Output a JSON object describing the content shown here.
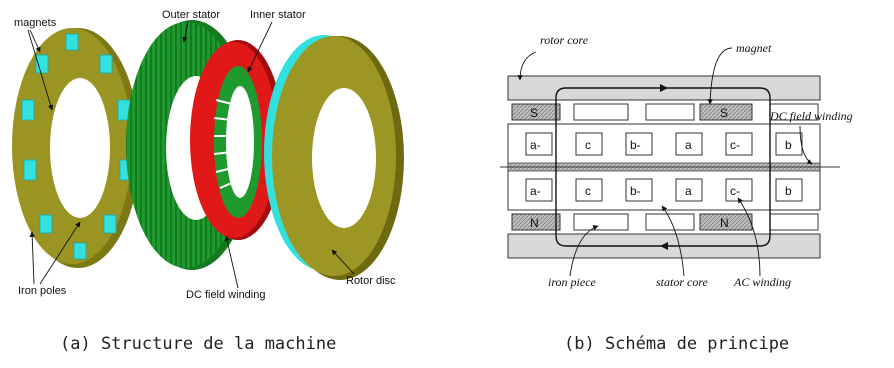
{
  "figure_a": {
    "labels": {
      "magnets": "magnets",
      "outer_stator": "Outer stator",
      "inner_stator": "Inner stator",
      "iron_poles": "Iron poles",
      "dc_field_winding": "DC field winding",
      "rotor_disc": "Rotor disc"
    },
    "caption": "(a) Structure de la machine"
  },
  "figure_b": {
    "labels": {
      "rotor_core": "rotor core",
      "magnet": "magnet",
      "dc_field_winding": "DC field winding",
      "iron_piece": "iron piece",
      "stator_core": "stator core",
      "ac_winding": "AC winding"
    },
    "magnet_poles": {
      "top": [
        "S",
        "S"
      ],
      "bottom": [
        "N",
        "N"
      ]
    },
    "slots_top": [
      "a-",
      "c",
      "b-",
      "a",
      "c-",
      "b"
    ],
    "slots_bottom": [
      "a-",
      "c",
      "b-",
      "a",
      "c-",
      "b"
    ],
    "caption": "(b) Schéma de principe"
  },
  "colors": {
    "rotor_olive": "#8f8a1a",
    "magnet_cyan": "#33e0e0",
    "stator_green": "#1e9a2e",
    "inner_red": "#e01818"
  }
}
